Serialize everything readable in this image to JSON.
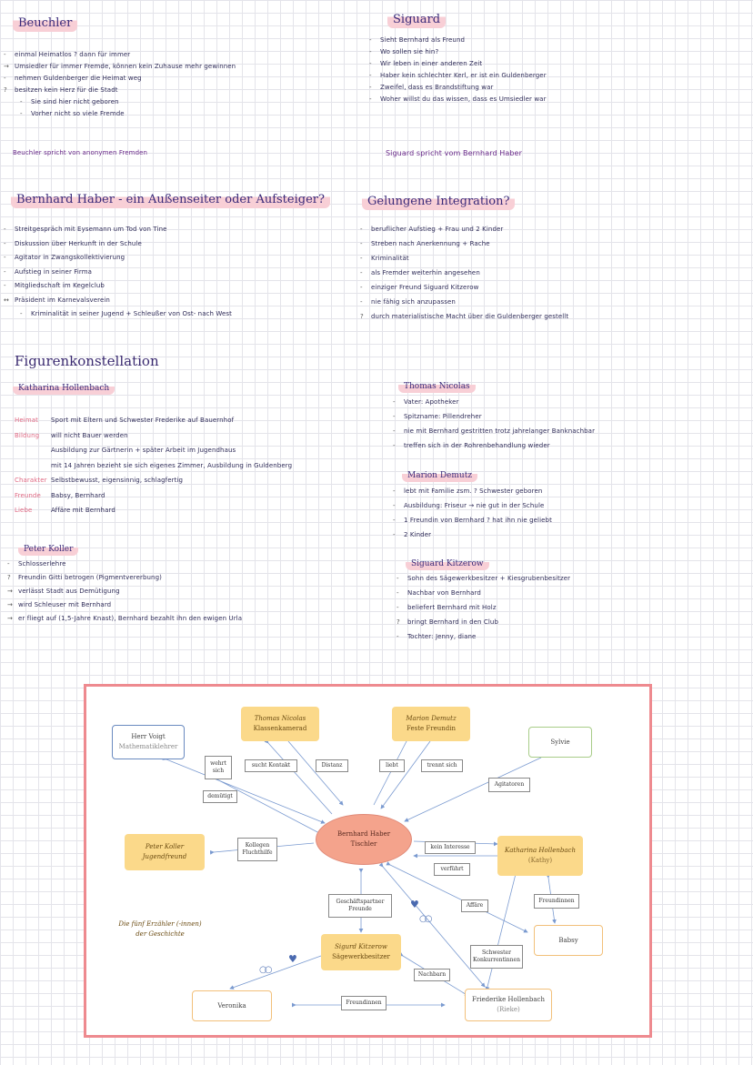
{
  "sections": {
    "beuchler": {
      "title": "Beuchler",
      "lines": [
        [
          "-",
          "einmal Heimatlos ? dann für immer"
        ],
        [
          "→",
          "Umsiedler für immer Fremde, können kein Zuhause mehr gewinnen"
        ],
        [
          "-",
          "nehmen Guldenberger die Heimat weg"
        ],
        [
          "?",
          "besitzen kein Herz für die Stadt"
        ],
        [
          "-",
          "Sie sind hier nicht geboren"
        ],
        [
          "-",
          "Vorher nicht so viele Fremde"
        ]
      ],
      "summary": "Beuchler spricht von anonymen Fremden"
    },
    "siguard": {
      "title": "Siguard",
      "lines": [
        [
          "-",
          "Sieht Bernhard als Freund"
        ],
        [
          "-",
          "Wo sollen sie hin?"
        ],
        [
          "-",
          "Wir leben in einer anderen Zeit"
        ],
        [
          "-",
          "Haber kein schlechter Kerl, er ist ein Guldenberger"
        ],
        [
          "-",
          "Zweifel, dass es Brandstiftung war"
        ],
        [
          "-",
          "Woher willst du das wissen, dass es Umsiedler war"
        ]
      ],
      "summary": "Siguard spricht vom Bernhard Haber"
    },
    "bernhard": {
      "title": "Bernhard Haber - ein Außenseiter oder Aufsteiger?",
      "lines": [
        [
          "-",
          "Streitgespräch mit Eysemann um Tod von Tine"
        ],
        [
          "-",
          "Diskussion über Herkunft in der Schule"
        ],
        [
          "-",
          "Agitator in Zwangskollektivierung"
        ],
        [
          "-",
          "Aufstieg in seiner Firma"
        ],
        [
          "-",
          "Mitgliedschaft im Kegelclub"
        ],
        [
          "↔",
          "Präsident im Karnevalsverein"
        ],
        [
          "-",
          "Kriminalität in seiner Jugend + Schleußer von Ost- nach West"
        ]
      ]
    },
    "integration": {
      "title": "Gelungene Integration?",
      "lines": [
        [
          "-",
          "beruflicher Aufstieg + Frau und 2 Kinder"
        ],
        [
          "-",
          "Streben nach Anerkennung + Rache"
        ],
        [
          "-",
          "Kriminalität"
        ],
        [
          "-",
          "als Fremder weiterhin angesehen"
        ],
        [
          "-",
          "einziger Freund Siguard Kitzerow"
        ],
        [
          "-",
          "nie fähig sich anzupassen"
        ],
        [
          "?",
          "durch materialistische Macht über die Guldenberger gestellt"
        ]
      ]
    },
    "figuren": {
      "title": "Figurenkonstellation",
      "katharina": {
        "name": "Katharina Hollenbach",
        "rows": [
          [
            "Heimat",
            "Sport mit Eltern und Schwester Frederike auf Bauernhof"
          ],
          [
            "Bildung",
            "will nicht Bauer werden"
          ],
          [
            "",
            "Ausbildung zur Gärtnerin + später Arbeit im Jugendhaus"
          ],
          [
            "",
            "mit 14 Jahren bezieht sie sich eigenes Zimmer, Ausbildung in Guldenberg"
          ],
          [
            "Charakter",
            "Selbstbewusst, eigensinnig, schlagfertig"
          ],
          [
            "Freunde",
            "Babsy, Bernhard"
          ],
          [
            "Liebe",
            "Affäre mit Bernhard"
          ]
        ]
      },
      "peter": {
        "name": "Peter Koller",
        "lines": [
          [
            "-",
            "Schlosserlehre"
          ],
          [
            "?",
            "Freundin Gitti betrogen (Pigmentvererbung)"
          ],
          [
            "→",
            "verlässt Stadt aus Demütigung"
          ],
          [
            "→",
            "wird Schleuser mit Bernhard"
          ],
          [
            "→",
            "er fliegt auf (1,5-Jahre Knast), Bernhard bezahlt ihn den ewigen Urla"
          ]
        ]
      },
      "thomas": {
        "name": "Thomas Nicolas",
        "lines": [
          [
            "-",
            "Vater: Apotheker"
          ],
          [
            "-",
            "Spitzname: Pillendreher"
          ],
          [
            "-",
            "nie mit Bernhard gestritten trotz jahrelanger Banknachbar"
          ],
          [
            "-",
            "treffen sich in der Rohrenbehandlung wieder"
          ]
        ]
      },
      "marion": {
        "name": "Marion Demutz",
        "lines": [
          [
            "-",
            "lebt mit Familie zsm. ? Schwester geboren"
          ],
          [
            "-",
            "Ausbildung: Friseur → nie gut in der Schule"
          ],
          [
            "-",
            "1 Freundin von Bernhard ? hat ihn nie geliebt"
          ],
          [
            "-",
            "2 Kinder"
          ]
        ]
      },
      "siguardk": {
        "name": "Siguard Kitzerow",
        "lines": [
          [
            "-",
            "Sohn des Sägewerkbesitzer + Kiesgrubenbesitzer"
          ],
          [
            "-",
            "Nachbar von Bernhard"
          ],
          [
            "-",
            "beliefert Bernhard mit Holz"
          ],
          [
            "?",
            "bringt Bernhard in den Club"
          ],
          [
            "-",
            "Tochter: Jenny, diane"
          ]
        ]
      }
    }
  },
  "diagram": {
    "nodes": {
      "center": [
        "Bernhard Haber",
        "Tischler"
      ],
      "thomas": [
        "Thomas Nicolas",
        "Klassenkamerad"
      ],
      "marion": [
        "Marion Demutz",
        "Feste Freundin"
      ],
      "voigt": [
        "Herr Voigt",
        "Mathematiklehrer"
      ],
      "sylvie": [
        "Sylvie"
      ],
      "peter": [
        "Peter Koller",
        "Jugendfreund"
      ],
      "katharina": [
        "Katharina Hollenbach",
        "(Kathy)"
      ],
      "erzaehler": [
        "Die fünf Erzähler (-innen)",
        "der Geschichte"
      ],
      "siguard": [
        "Sigurd Kitzerow",
        "Sägewerkbesitzer"
      ],
      "babsy": [
        "Babsy"
      ],
      "veronika": [
        "Veronika"
      ],
      "friederike": [
        "Friederike Hollenbach",
        "(Rieke)"
      ]
    },
    "edges": {
      "wehrt": [
        "wehrt",
        "sich"
      ],
      "gedemuetigt": [
        "demütigt"
      ],
      "kontakt": [
        "sucht Kontakt"
      ],
      "distanz": [
        "Distanz"
      ],
      "liebt": [
        "liebt"
      ],
      "trennt": [
        "trennt sich"
      ],
      "agitatoren": [
        "Agitatoren"
      ],
      "kollegen": [
        "Kollegen",
        "Fluchthilfe"
      ],
      "interesse": [
        "kein Interesse"
      ],
      "verfuehrt": [
        "verführt"
      ],
      "freundinnen1": [
        "Freundinnen"
      ],
      "affaere": [
        "Affäre"
      ],
      "geschaeft": [
        "Geschäftspartner",
        "Freunde"
      ],
      "schwester": [
        "Schwester",
        "Konkurrentinnen"
      ],
      "nachbarn": [
        "Nachbarn"
      ],
      "freundinnen2": [
        "Freundinnen"
      ]
    },
    "colors": {
      "frame": "#ee8a8f",
      "yellow": "#fbd98a",
      "center": "#f4a38c",
      "arrow": "#7a9ad0",
      "heart": "#4a6ab0"
    }
  }
}
